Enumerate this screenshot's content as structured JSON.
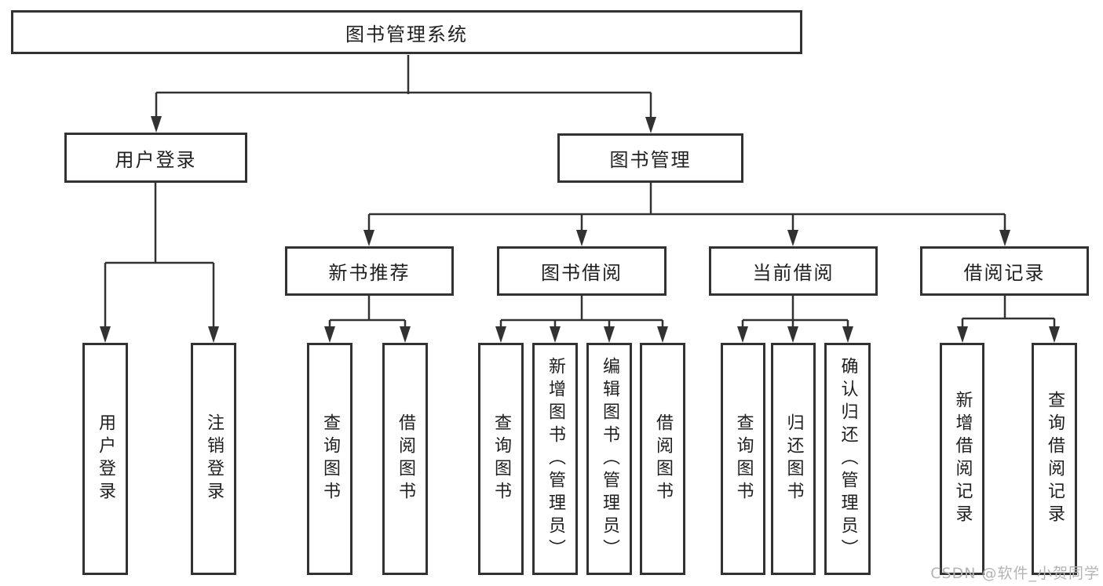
{
  "diagram": {
    "root": {
      "label": "图书管理系统"
    },
    "level2": [
      "用户登录",
      "图书管理"
    ],
    "level3": [
      "新书推荐",
      "图书借阅",
      "当前借阅",
      "借阅记录"
    ],
    "leaves": {
      "user": [
        "用户登录",
        "注销登录"
      ],
      "recommend": [
        "查询图书",
        "借阅图书"
      ],
      "borrow": [
        "查询图书",
        "新增图书（管理员）",
        "编辑图书（管理员）",
        "借阅图书"
      ],
      "current": [
        "查询图书",
        "归还图书",
        "确认归还（管理员）"
      ],
      "records": [
        "新增借阅记录",
        "查询借阅记录"
      ]
    }
  },
  "watermark": {
    "text": "CSDN @软件_小贺同学"
  },
  "colors": {
    "line": "#323232",
    "box_border": "#323232",
    "text": "#1f1f1f",
    "watermark": "#b4b4b4",
    "background": "#ffffff"
  }
}
